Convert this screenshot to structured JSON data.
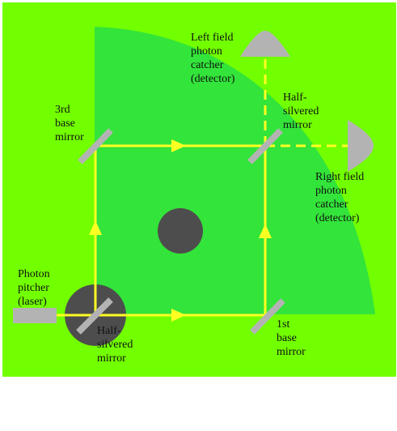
{
  "colors": {
    "background_outer": "#72ff00",
    "background_inner": "#33e43a",
    "beam": "#ffff22",
    "mirror": "#b3b3b3",
    "obstacle": "#4d4d4d"
  },
  "labels": {
    "left_detector": [
      "Left field",
      "photon",
      "catcher",
      "(detector)"
    ],
    "right_detector": [
      "Right field",
      "photon",
      "catcher",
      "(detector)"
    ],
    "top_half_mirror": [
      "Half-",
      "silvered",
      "mirror"
    ],
    "bottom_half_mirror": [
      "Half-",
      "silvered",
      "mirror"
    ],
    "third_base_mirror": [
      "3rd",
      "base",
      "mirror"
    ],
    "first_base_mirror": [
      "1st",
      "base",
      "mirror"
    ],
    "laser": [
      "Photon",
      "pitcher",
      "(laser)"
    ]
  }
}
